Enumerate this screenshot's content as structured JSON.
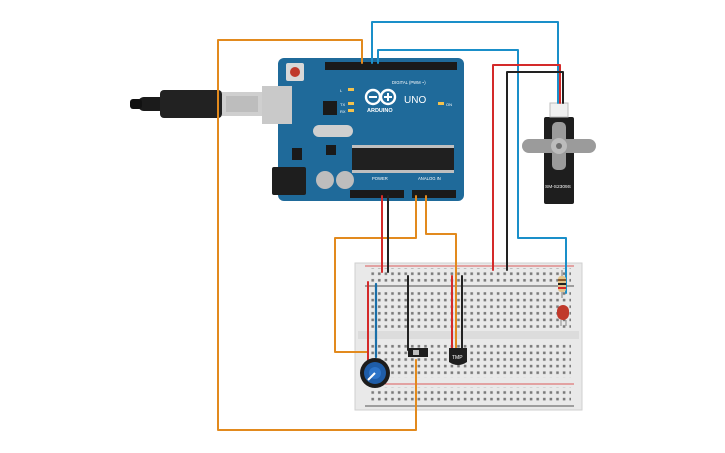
{
  "board": {
    "brand": "ARDUINO",
    "model": "UNO",
    "digital_label": "DIGITAL (PWM ~)",
    "power_label": "POWER",
    "analog_label": "ANALOG IN",
    "tx": "TX",
    "rx": "RX",
    "led_l": "L",
    "on_label": "ON"
  },
  "servo": {
    "label": "SM-S2309S"
  },
  "sensor": {
    "label": "TMP"
  },
  "colors": {
    "board": "#1f6a9a",
    "wire_orange": "#e28a1e",
    "wire_blue": "#1a8fc9",
    "wire_red": "#d42a2a",
    "wire_black": "#222222",
    "breadboard": "#e9e9e9"
  }
}
